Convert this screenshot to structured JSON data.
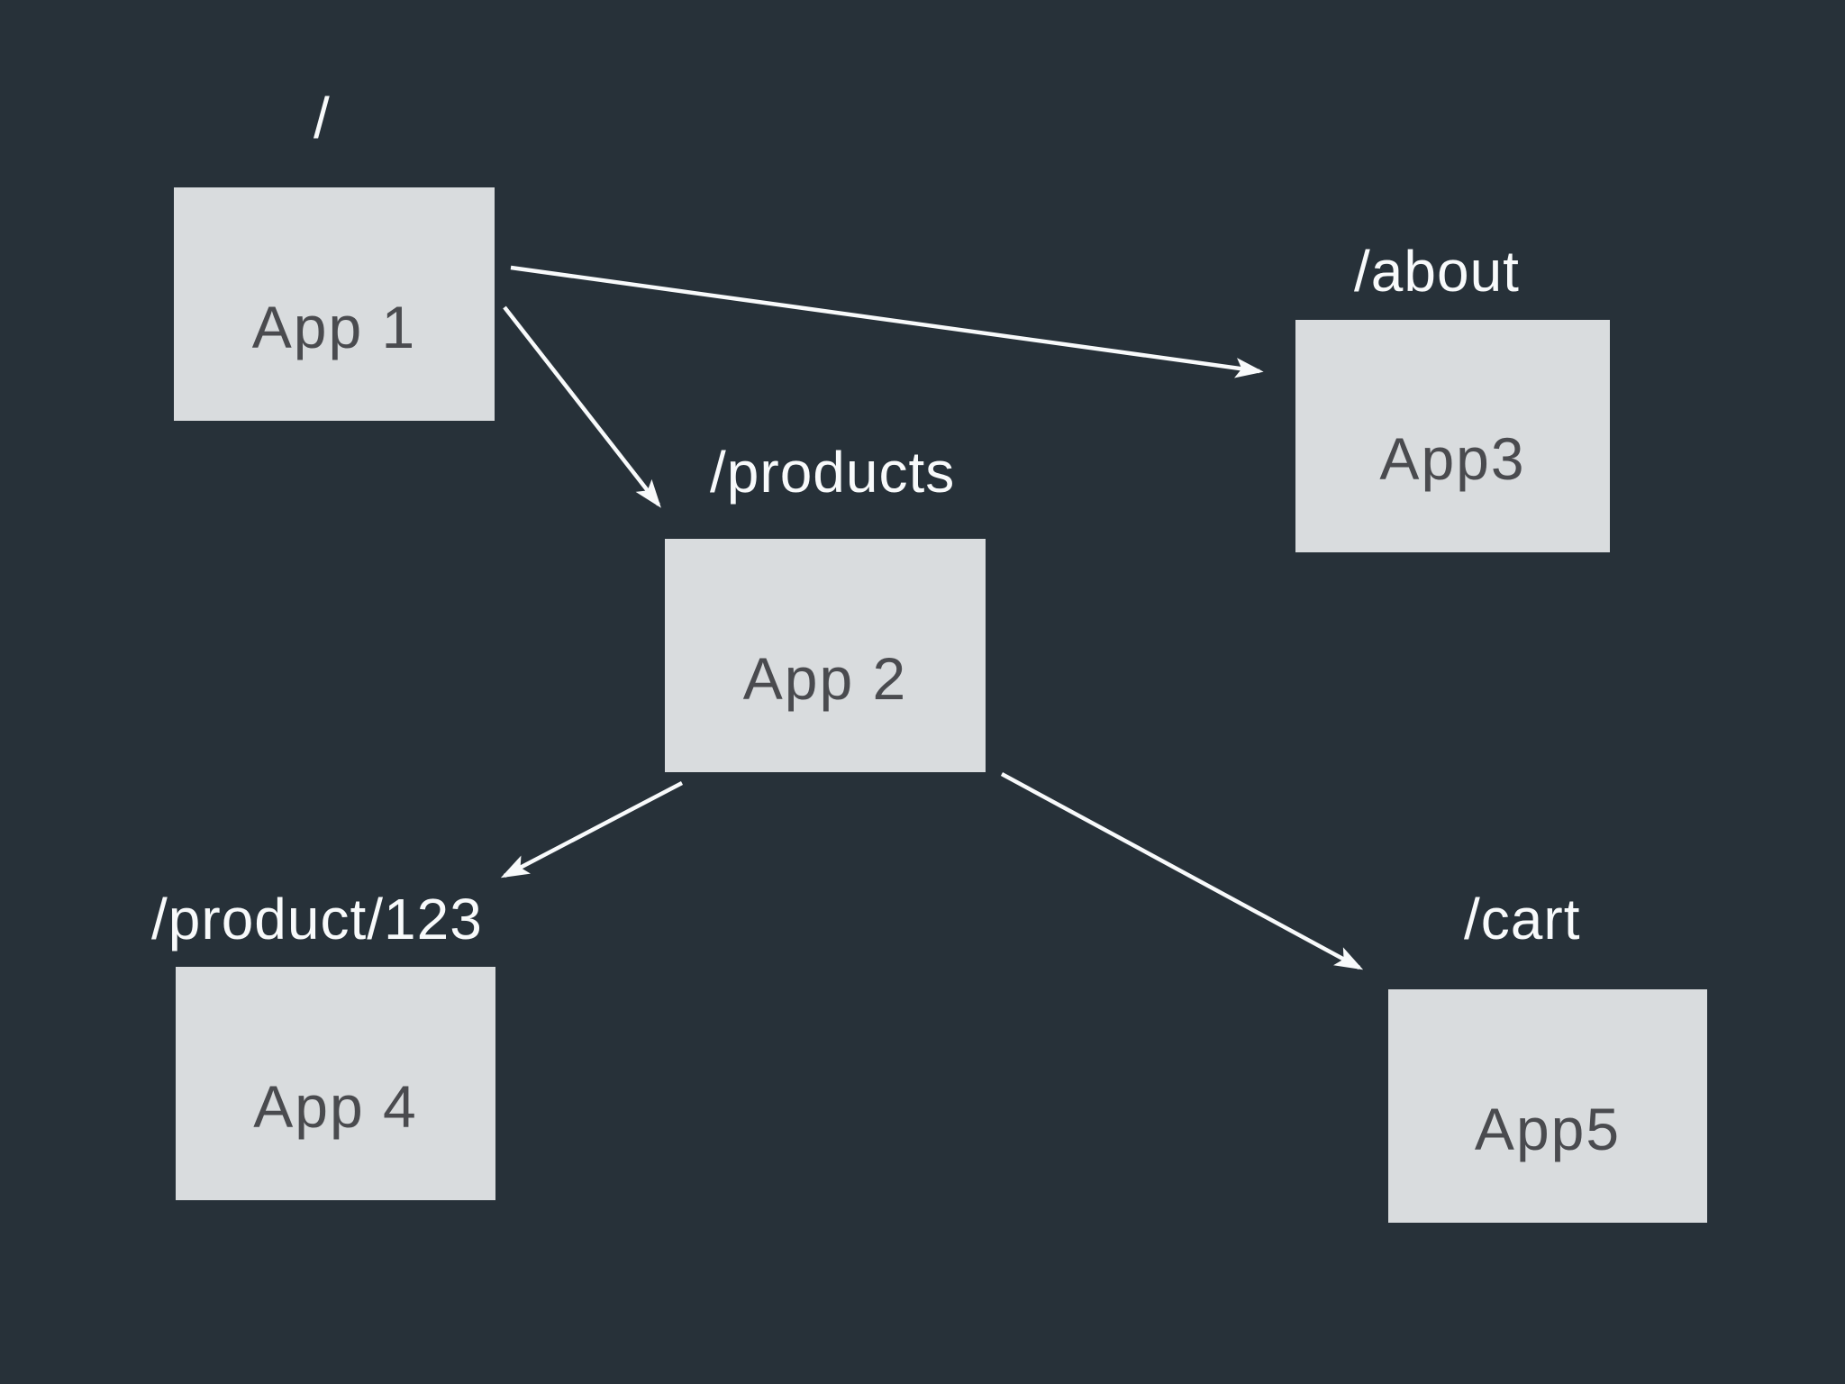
{
  "diagram": {
    "colors": {
      "background": "#273139",
      "node_fill": "#d9dcde",
      "node_text": "#4a4b4f",
      "label_text": "#f8fafb",
      "arrow": "#f8fafb"
    },
    "nodes": {
      "app1": {
        "label": "App 1",
        "route": "/"
      },
      "app2": {
        "label": "App 2",
        "route": "/products"
      },
      "app3": {
        "label": "App3",
        "route": "/about"
      },
      "app4": {
        "label": "App 4",
        "route": "/product/123"
      },
      "app5": {
        "label": "App5",
        "route": "/cart"
      }
    },
    "edges": [
      {
        "from": "app1",
        "to": "app3"
      },
      {
        "from": "app1",
        "to": "app2"
      },
      {
        "from": "app2",
        "to": "app4"
      },
      {
        "from": "app2",
        "to": "app5"
      }
    ]
  }
}
